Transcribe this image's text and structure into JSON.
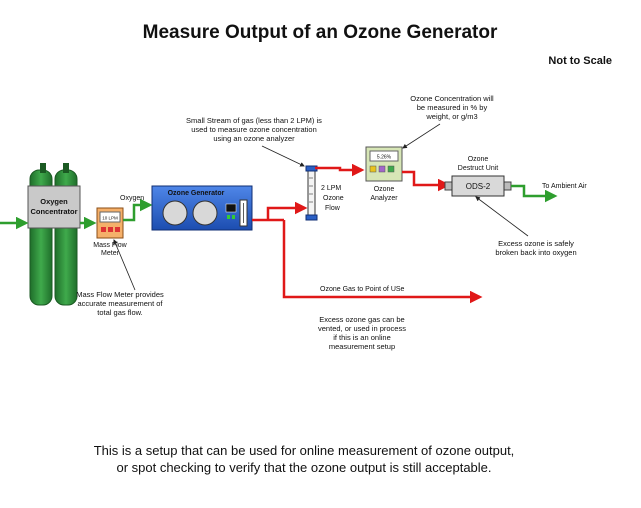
{
  "title": "Measure Output of an Ozone Generator",
  "scale_note": "Not to Scale",
  "components": {
    "oxygen_concentrator": {
      "line1": "Oxygen",
      "line2": "Concentrator"
    },
    "mass_flow_meter": {
      "display": "10 LPM",
      "label1": "Mass Flow",
      "label2": "Meter"
    },
    "ozone_generator": {
      "label": "Ozone Generator"
    },
    "flowmeter": {
      "line1": "2 LPM",
      "line2": "Ozone",
      "line3": "Flow"
    },
    "ozone_analyzer": {
      "display": "5.26%",
      "line1": "Ozone",
      "line2": "Analyzer"
    },
    "destruct_unit": {
      "line1": "Ozone",
      "line2": "Destruct Unit",
      "box_label": "ODS-2"
    }
  },
  "flow_labels": {
    "oxygen": "Oxygen",
    "ambient": "To Ambient Air",
    "point_of_use": "Ozone Gas to Point of USe"
  },
  "annotations": {
    "small_stream": [
      "Small Stream of gas (less than 2 LPM) is",
      "used to measure ozone concentration",
      "using an ozone analyzer"
    ],
    "concentration": [
      "Ozone Concentration will",
      "be measured in % by",
      "weight, or g/m3"
    ],
    "excess_safe": [
      "Excess ozone is safely",
      "broken back into oxygen"
    ],
    "mass_flow_note": [
      "Mass Flow Meter provides",
      "accurate measurement of",
      "total gas flow."
    ],
    "vented": [
      "Excess ozone gas can be",
      "vented, or used in process",
      "if this is an online",
      "measurement setup"
    ]
  },
  "footer": [
    "This is a setup that can be used for online measurement of ozone output,",
    "or spot checking to verify that the ozone output is still acceptable."
  ],
  "colors": {
    "title": "#1f3a93",
    "oxygen_line": "#2e9e2e",
    "ozone_line": "#e01818",
    "cylinder": "#2f8f3a",
    "generator": "#2a5fc4"
  }
}
